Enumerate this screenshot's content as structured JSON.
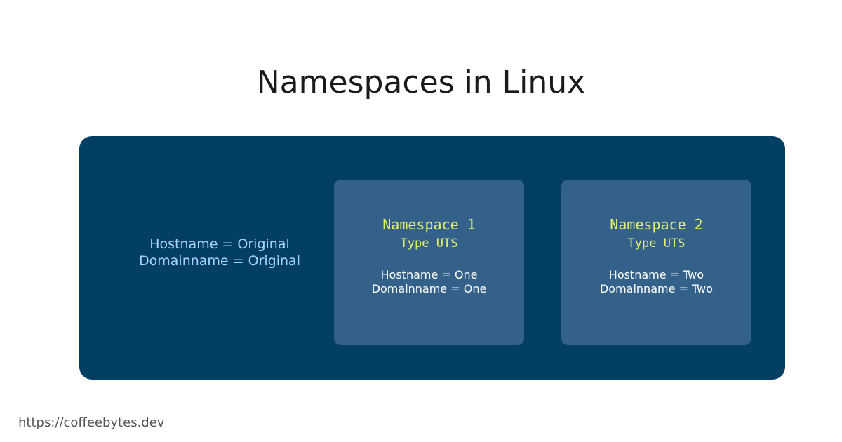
{
  "title": "Namespaces in Linux",
  "host": {
    "hostname": "Hostname = Original",
    "domainname": "Domainname = Original"
  },
  "namespaces": [
    {
      "name": "Namespace 1",
      "type": "Type UTS",
      "hostname": "Hostname = One",
      "domainname": "Domainname = One"
    },
    {
      "name": "Namespace 2",
      "type": "Type UTS",
      "hostname": "Hostname = Two",
      "domainname": "Domainname = Two"
    }
  ],
  "footer": "https://coffeebytes.dev",
  "colors": {
    "host_box": "#033f63",
    "namespace_box": "#336189",
    "namespace_label": "#e7f26a",
    "original_text": "#a9d3ff"
  }
}
